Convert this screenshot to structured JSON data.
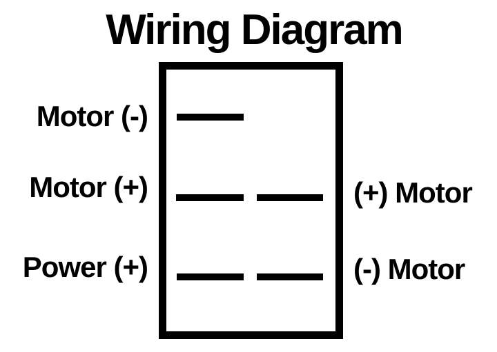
{
  "title": "Wiring Diagram",
  "colors": {
    "ink": "#000000",
    "background": "#ffffff"
  },
  "labels": {
    "left": [
      {
        "text": "Motor (-)"
      },
      {
        "text": "Motor (+)"
      },
      {
        "text": "Power (+)"
      }
    ],
    "right": [
      {
        "text": "(+) Motor"
      },
      {
        "text": "(-) Motor"
      }
    ]
  },
  "terminals": {
    "row1": [
      "left"
    ],
    "row2": [
      "left",
      "right"
    ],
    "row3": [
      "left",
      "right"
    ]
  }
}
